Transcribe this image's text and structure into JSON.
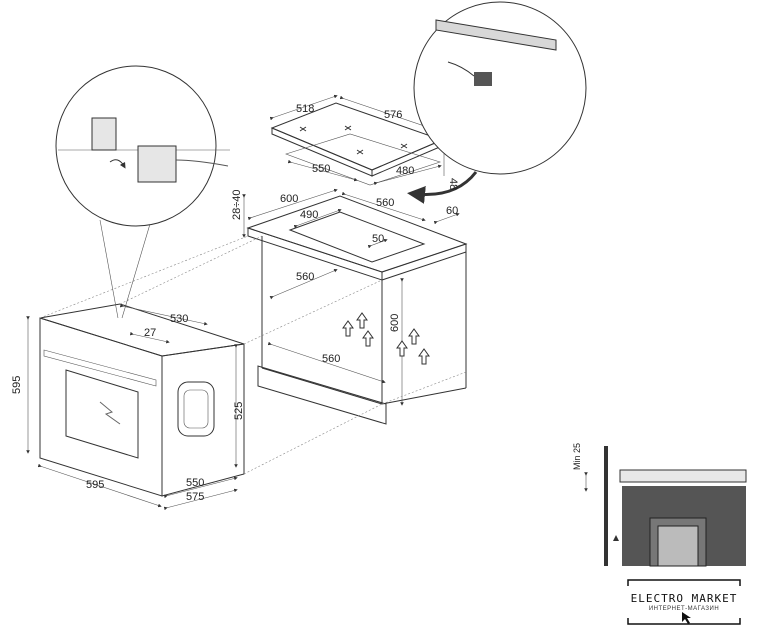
{
  "dimensions": {
    "hob_depth_top": "518",
    "hob_width_top": "576",
    "hob_cutout_depth": "550",
    "hob_cutout_width": "480",
    "hob_thickness": "48",
    "height_range": "28÷40",
    "counter_depth": "600",
    "cut_depth": "490",
    "cut_width": "560",
    "edge_distance": "60",
    "inner_offset": "50",
    "cabinet_depth": "560",
    "cabinet_height": "600",
    "cabinet_width": "560",
    "oven_depth": "530",
    "oven_panel": "27",
    "oven_height": "595",
    "oven_niche_height": "525",
    "oven_width": "595",
    "oven_body_depth": "550",
    "oven_total_depth": "575",
    "min_gap": "Min 25"
  },
  "brand": {
    "title": "ELECTRO MARKET",
    "subtitle": "ИНТЕРНЕТ-МАГАЗИН"
  }
}
